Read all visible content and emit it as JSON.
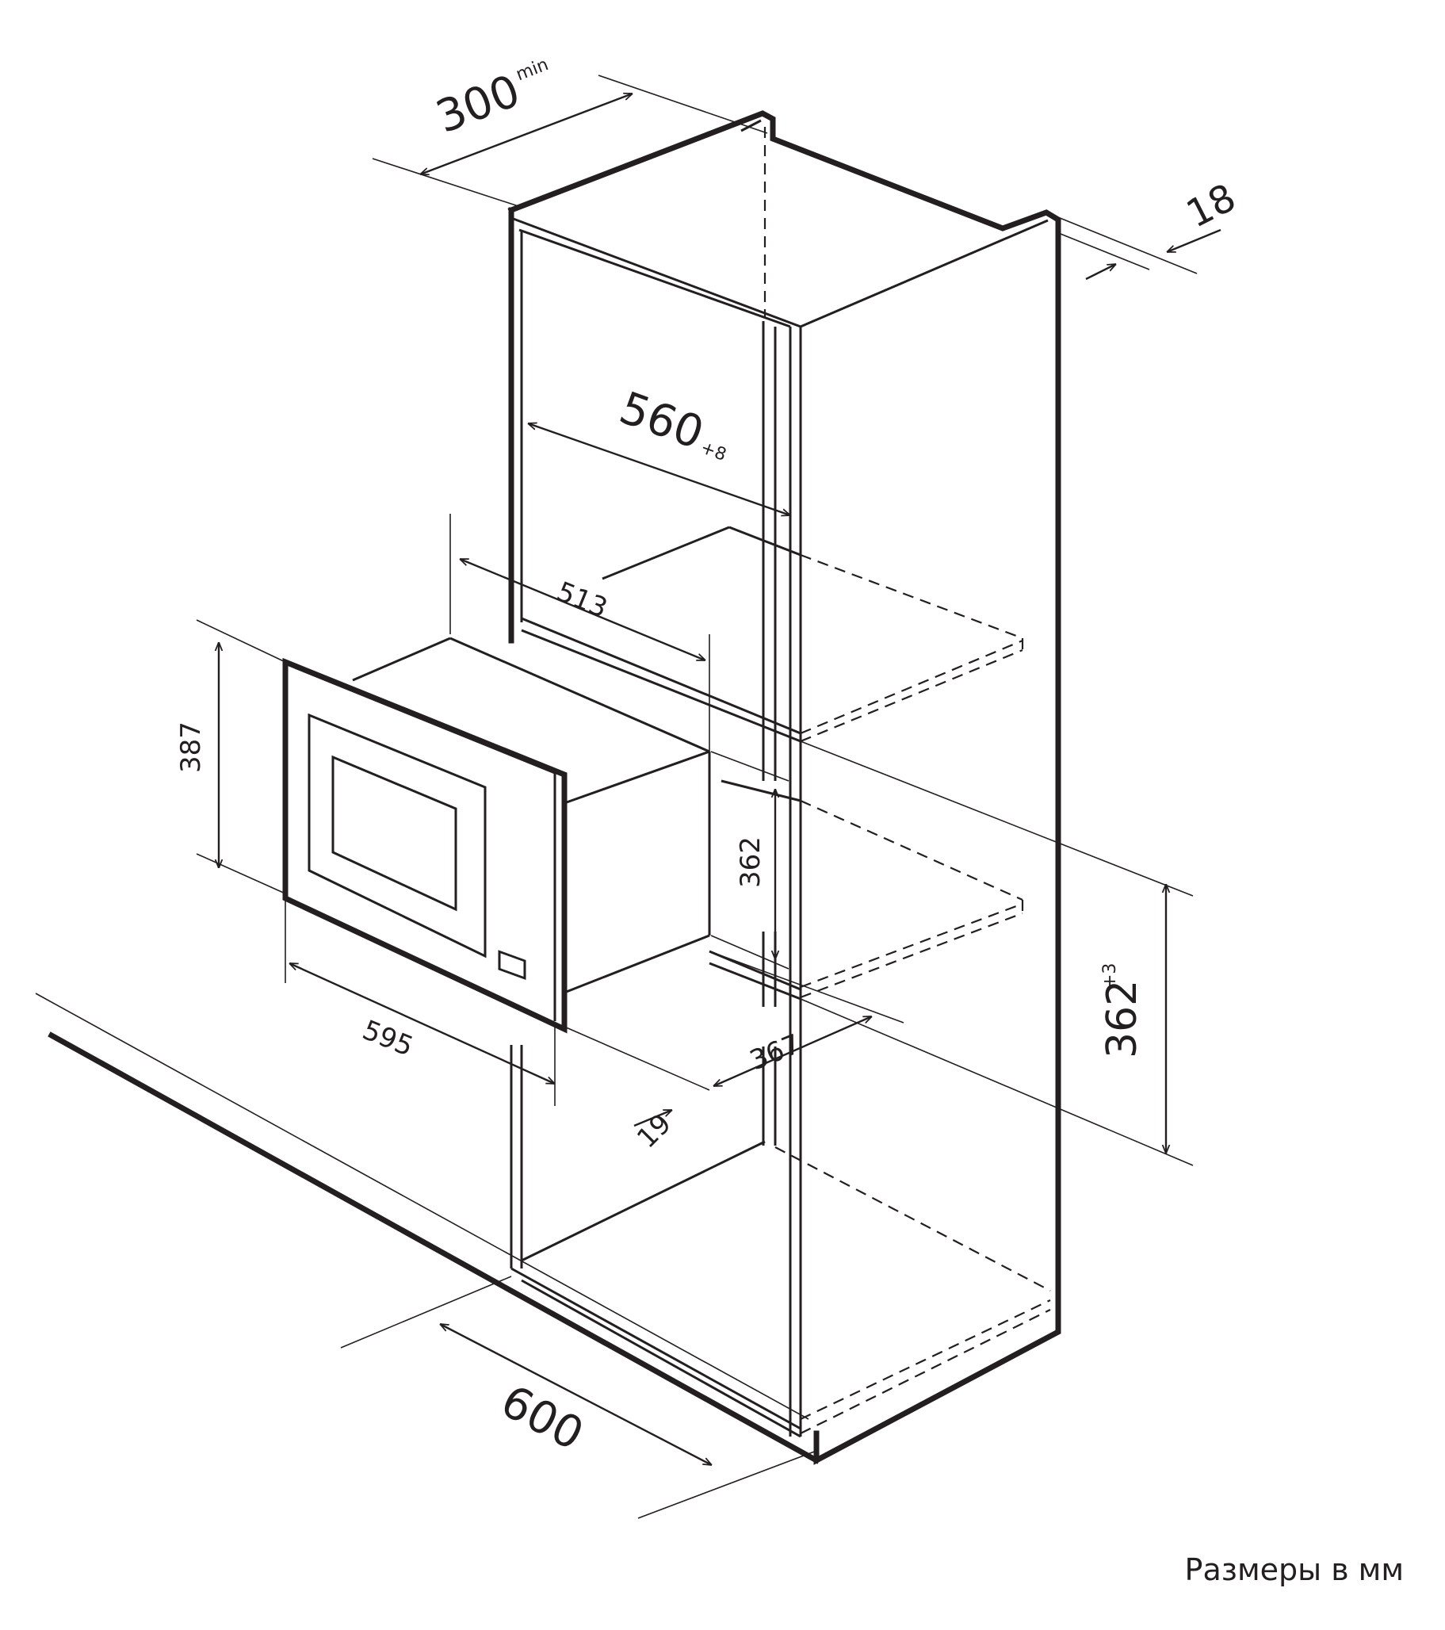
{
  "dimensions": {
    "depth_min": {
      "value": "300",
      "suffix": "min"
    },
    "panel_thickness": {
      "value": "18"
    },
    "niche_width": {
      "value": "560",
      "suffix": "+8"
    },
    "body_depth": {
      "value": "513"
    },
    "front_height": {
      "value": "387"
    },
    "body_height": {
      "value": "362"
    },
    "niche_height": {
      "value": "362",
      "suffix": "+3"
    },
    "front_width": {
      "value": "595"
    },
    "body_width": {
      "value": "367"
    },
    "front_thickness": {
      "value": "19"
    },
    "cabinet_width": {
      "value": "600"
    }
  },
  "caption": "Размеры в мм",
  "colors": {
    "ink": "#231f20",
    "background": "#ffffff"
  }
}
